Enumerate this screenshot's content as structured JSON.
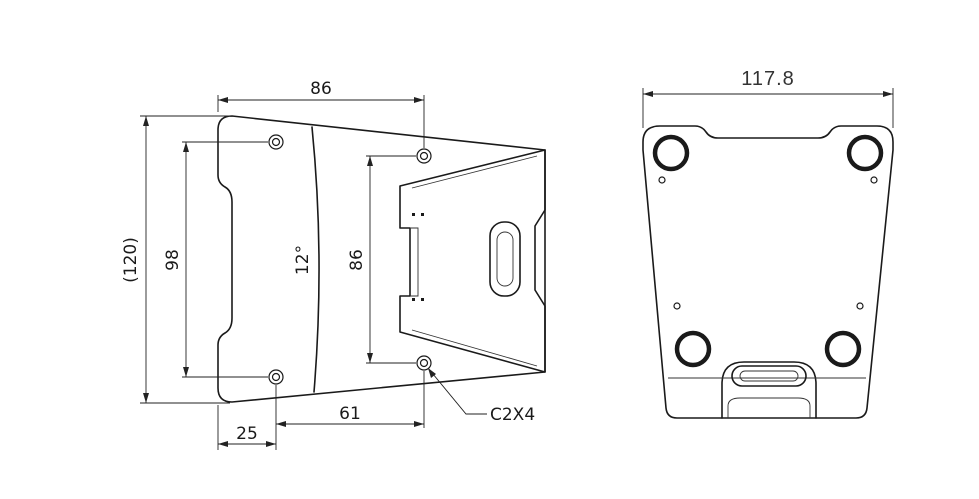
{
  "left_view": {
    "dim_top": "86",
    "dim_height": "(120)",
    "dim_hole_spacing_left": "98",
    "dim_angle": "12°",
    "dim_hole_spacing_right": "86",
    "dim_bottom_offset": "61",
    "dim_bottom_left": "25",
    "hole_callout": "C2X4"
  },
  "right_view": {
    "dim_width": "117.8"
  }
}
